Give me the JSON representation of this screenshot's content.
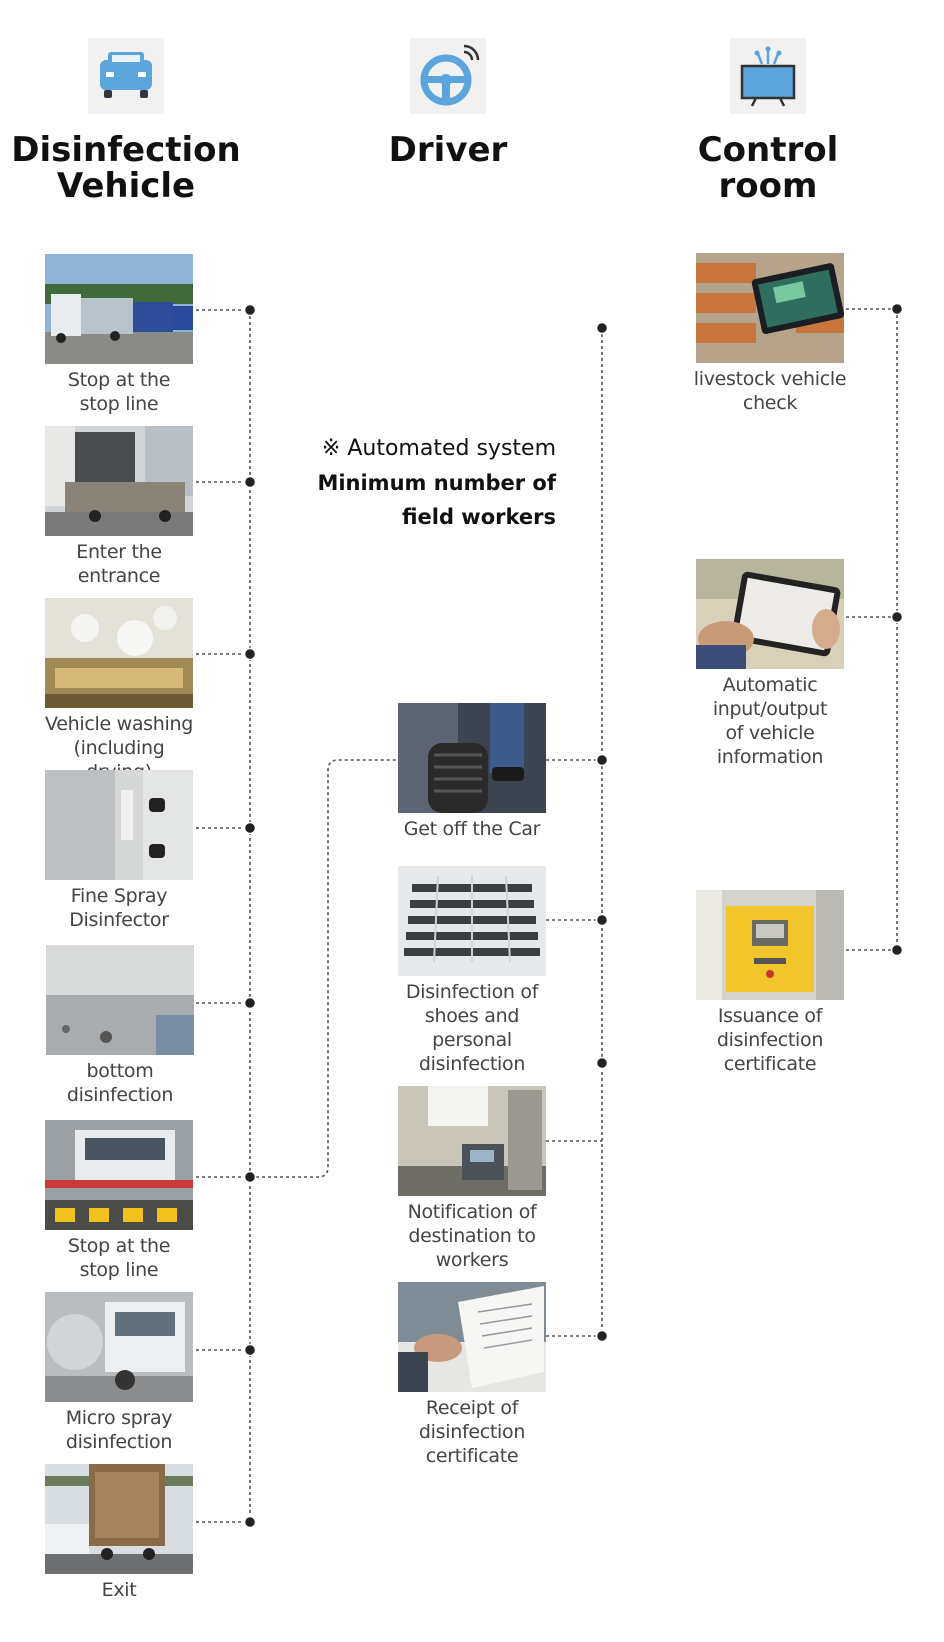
{
  "columns": {
    "vehicle": {
      "title": "Disinfection\nVehicle",
      "icon": "truck-icon",
      "icon_color": "#5ba4dc"
    },
    "driver": {
      "title": "Driver",
      "icon": "steering-wheel-icon",
      "icon_color": "#5ba4dc"
    },
    "control": {
      "title": "Control\nroom",
      "icon": "monitor-icon",
      "icon_color": "#5ba4dc"
    }
  },
  "note": {
    "line1": "※ Automated system",
    "line2": "Minimum number of\nfield workers"
  },
  "vehicle_steps": [
    {
      "label": "Stop at the\nstop line",
      "photo": "trucks-parked-photo"
    },
    {
      "label": "Enter the\nentrance",
      "photo": "truck-entering-photo"
    },
    {
      "label": "Vehicle washing\n(including drying)",
      "photo": "water-spray-photo"
    },
    {
      "label": "Fine Spray\nDisinfector",
      "photo": "spray-nozzles-photo"
    },
    {
      "label": "bottom\ndisinfection",
      "photo": "floor-nozzles-photo"
    },
    {
      "label": "Stop at the\nstop line",
      "photo": "truck-stop-line-photo"
    },
    {
      "label": "Micro spray\ndisinfection",
      "photo": "truck-mist-photo"
    },
    {
      "label": "Exit",
      "photo": "truck-exit-photo"
    }
  ],
  "driver_steps": [
    {
      "label": "Get off the Car",
      "photo": "driver-stepping-down-photo"
    },
    {
      "label": "Disinfection of\nshoes and personal\ndisinfection",
      "photo": "shoe-disinfection-mat-photo"
    },
    {
      "label": "Notification of\ndestination to\nworkers",
      "photo": "terminal-kiosk-photo"
    },
    {
      "label": "Receipt of\ndisinfection\ncertificate",
      "photo": "receipt-paper-photo"
    }
  ],
  "control_steps": [
    {
      "label": "livestock vehicle\ncheck",
      "photo": "tablet-warehouse-photo"
    },
    {
      "label": "Automatic\ninput/output\nof vehicle\ninformation",
      "photo": "tablet-hands-photo"
    },
    {
      "label": "Issuance of\ndisinfection\ncertificate",
      "photo": "certificate-machine-photo"
    }
  ],
  "colors": {
    "connector": "#555555",
    "dot": "#222222",
    "title": "#111111",
    "label": "#444444"
  }
}
